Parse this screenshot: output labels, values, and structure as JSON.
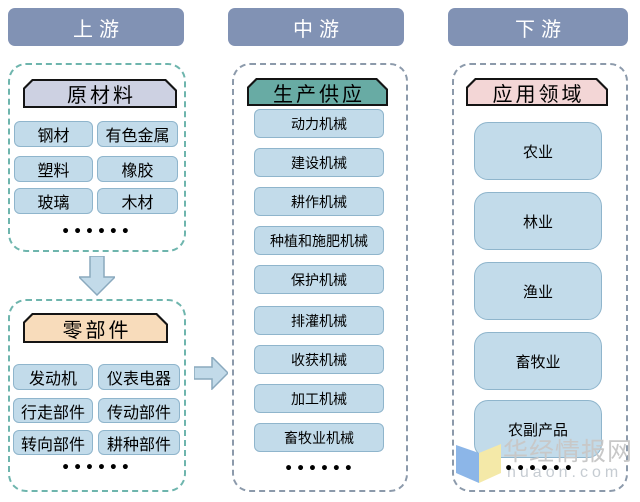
{
  "colors": {
    "header_bg": "#8192b4",
    "container_dash_teal": "#6eb5ad",
    "container_dash_gray": "#8c9aab",
    "item_fill": "#c2dbea",
    "item_border": "#8fb5cc",
    "title_materials_fill": "#cdd1e2",
    "title_parts_fill": "#f8dcbb",
    "title_production_fill": "#68aba4",
    "title_application_fill": "#f3d6d6",
    "arrow_fill": "#c2dae9",
    "arrow_border": "#8aa9be",
    "watermark_text": "#c8c8c8",
    "logo_blue": "#8cb6e8",
    "logo_yellow": "#f4e9a8"
  },
  "columns": [
    {
      "header": "上游",
      "groups": [
        {
          "title": "原材料",
          "items": [
            "钢材",
            "有色金属",
            "塑料",
            "橡胶",
            "玻璃",
            "木材"
          ],
          "ellipsis": "••••••"
        },
        {
          "title": "零部件",
          "items": [
            "发动机",
            "仪表电器",
            "行走部件",
            "传动部件",
            "转向部件",
            "耕种部件"
          ],
          "ellipsis": "••••••"
        }
      ]
    },
    {
      "header": "中游",
      "groups": [
        {
          "title": "生产供应",
          "items": [
            "动力机械",
            "建设机械",
            "耕作机械",
            "种植和施肥机械",
            "保护机械",
            "排灌机械",
            "收获机械",
            "加工机械",
            "畜牧业机械"
          ],
          "ellipsis": "••••••"
        }
      ]
    },
    {
      "header": "下游",
      "groups": [
        {
          "title": "应用领域",
          "items": [
            "农业",
            "林业",
            "渔业",
            "畜牧业",
            "农副产品"
          ],
          "ellipsis": "••••••"
        }
      ]
    }
  ],
  "watermark": {
    "name": "华经情报网",
    "domain": "huaon.com"
  }
}
